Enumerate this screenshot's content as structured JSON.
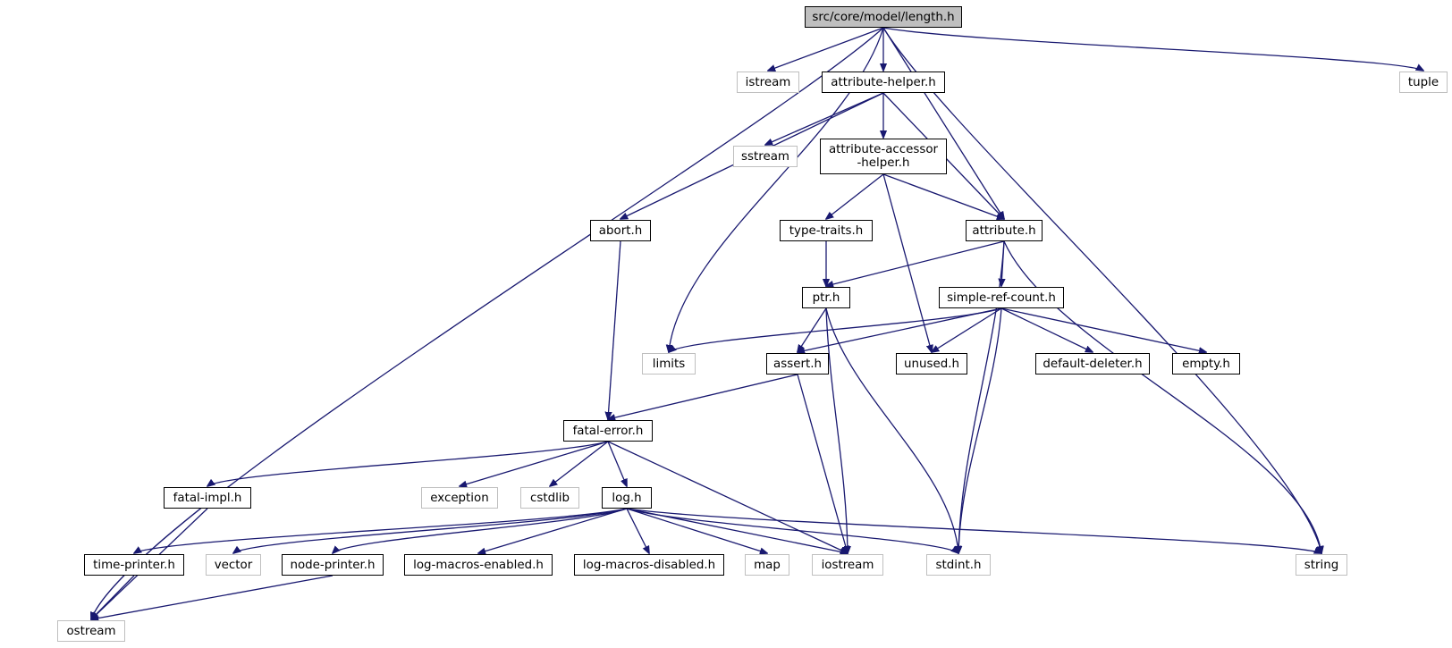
{
  "graph": {
    "root": "src/core/model/length.h",
    "colors": {
      "edge": "#191970",
      "root_fill": "#bfbfbf",
      "system_border": "#bfbfbf",
      "local_border": "#000000"
    },
    "nodes": [
      {
        "id": "length",
        "label": "src/core/model/length.h",
        "kind": "root"
      },
      {
        "id": "ostream",
        "label": "ostream",
        "kind": "system"
      },
      {
        "id": "limits",
        "label": "limits",
        "kind": "system"
      },
      {
        "id": "istream",
        "label": "istream",
        "kind": "system"
      },
      {
        "id": "attr_helper",
        "label": "attribute-helper.h",
        "kind": "local"
      },
      {
        "id": "attribute",
        "label": "attribute.h",
        "kind": "local"
      },
      {
        "id": "tuple",
        "label": "tuple",
        "kind": "system"
      },
      {
        "id": "string",
        "label": "string",
        "kind": "system"
      },
      {
        "id": "abort",
        "label": "abort.h",
        "kind": "local"
      },
      {
        "id": "sstream",
        "label": "sstream",
        "kind": "system"
      },
      {
        "id": "attr_accessor",
        "label": "attribute-accessor\n-helper.h",
        "kind": "local"
      },
      {
        "id": "type_traits",
        "label": "type-traits.h",
        "kind": "local"
      },
      {
        "id": "ptr",
        "label": "ptr.h",
        "kind": "local"
      },
      {
        "id": "simple_ref",
        "label": "simple-ref-count.h",
        "kind": "local"
      },
      {
        "id": "assert",
        "label": "assert.h",
        "kind": "local"
      },
      {
        "id": "unused",
        "label": "unused.h",
        "kind": "local"
      },
      {
        "id": "default_deleter",
        "label": "default-deleter.h",
        "kind": "local"
      },
      {
        "id": "empty",
        "label": "empty.h",
        "kind": "local"
      },
      {
        "id": "fatal_error",
        "label": "fatal-error.h",
        "kind": "local"
      },
      {
        "id": "fatal_impl",
        "label": "fatal-impl.h",
        "kind": "local"
      },
      {
        "id": "exception",
        "label": "exception",
        "kind": "system"
      },
      {
        "id": "cstdlib",
        "label": "cstdlib",
        "kind": "system"
      },
      {
        "id": "log",
        "label": "log.h",
        "kind": "local"
      },
      {
        "id": "time_printer",
        "label": "time-printer.h",
        "kind": "local"
      },
      {
        "id": "vector",
        "label": "vector",
        "kind": "system"
      },
      {
        "id": "node_printer",
        "label": "node-printer.h",
        "kind": "local"
      },
      {
        "id": "log_enabled",
        "label": "log-macros-enabled.h",
        "kind": "local"
      },
      {
        "id": "log_disabled",
        "label": "log-macros-disabled.h",
        "kind": "local"
      },
      {
        "id": "map",
        "label": "map",
        "kind": "system"
      },
      {
        "id": "iostream",
        "label": "iostream",
        "kind": "system"
      },
      {
        "id": "stdint",
        "label": "stdint.h",
        "kind": "system"
      }
    ],
    "edges": [
      [
        "length",
        "ostream"
      ],
      [
        "length",
        "limits"
      ],
      [
        "length",
        "istream"
      ],
      [
        "length",
        "attr_helper"
      ],
      [
        "length",
        "attribute"
      ],
      [
        "length",
        "tuple"
      ],
      [
        "length",
        "string"
      ],
      [
        "attr_helper",
        "abort"
      ],
      [
        "attr_helper",
        "sstream"
      ],
      [
        "attr_helper",
        "attr_accessor"
      ],
      [
        "attr_helper",
        "attribute"
      ],
      [
        "attr_accessor",
        "type_traits"
      ],
      [
        "attr_accessor",
        "attribute"
      ],
      [
        "attr_accessor",
        "unused"
      ],
      [
        "attribute",
        "ptr"
      ],
      [
        "attribute",
        "simple_ref"
      ],
      [
        "attribute",
        "stdint"
      ],
      [
        "attribute",
        "string"
      ],
      [
        "type_traits",
        "ptr"
      ],
      [
        "abort",
        "fatal_error"
      ],
      [
        "ptr",
        "assert"
      ],
      [
        "ptr",
        "iostream"
      ],
      [
        "ptr",
        "stdint"
      ],
      [
        "simple_ref",
        "limits"
      ],
      [
        "simple_ref",
        "assert"
      ],
      [
        "simple_ref",
        "unused"
      ],
      [
        "simple_ref",
        "default_deleter"
      ],
      [
        "simple_ref",
        "empty"
      ],
      [
        "simple_ref",
        "stdint"
      ],
      [
        "assert",
        "fatal_error"
      ],
      [
        "assert",
        "iostream"
      ],
      [
        "fatal_error",
        "fatal_impl"
      ],
      [
        "fatal_error",
        "exception"
      ],
      [
        "fatal_error",
        "cstdlib"
      ],
      [
        "fatal_error",
        "log"
      ],
      [
        "fatal_error",
        "iostream"
      ],
      [
        "fatal_impl",
        "ostream"
      ],
      [
        "log",
        "time_printer"
      ],
      [
        "log",
        "vector"
      ],
      [
        "log",
        "node_printer"
      ],
      [
        "log",
        "log_enabled"
      ],
      [
        "log",
        "log_disabled"
      ],
      [
        "log",
        "map"
      ],
      [
        "log",
        "iostream"
      ],
      [
        "log",
        "stdint"
      ],
      [
        "log",
        "string"
      ],
      [
        "time_printer",
        "ostream"
      ],
      [
        "node_printer",
        "ostream"
      ]
    ]
  }
}
